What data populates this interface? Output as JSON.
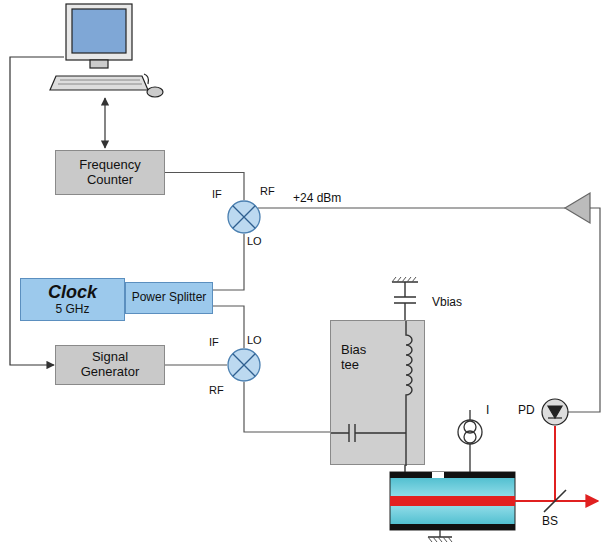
{
  "diagram": {
    "nodes": [
      {
        "text": [
          "Frequency Counter"
        ]
      },
      {
        "text": [
          "IF",
          "RF",
          "LO"
        ]
      },
      {
        "text": [
          "Clock",
          "5 GHz"
        ]
      },
      {
        "text": [
          "Power Splitter"
        ]
      },
      {
        "text": [
          "Signal Generator"
        ]
      },
      {
        "text": [
          "LO",
          "IF",
          "RF"
        ]
      },
      {
        "text": [
          "Bias tee"
        ]
      }
    ],
    "edges": [
      {
        "from": 1,
        "to": 0,
        "arrow": "none"
      },
      {
        "from": 3,
        "to": 1,
        "arrow": "none"
      },
      {
        "from": 3,
        "to": 5,
        "arrow": "none"
      },
      {
        "from": 4,
        "to": 5,
        "arrow": "none"
      },
      {
        "from": 5,
        "to": 6,
        "arrow": "none"
      }
    ],
    "labels": [
      "+24 dBm",
      "Vbias",
      "I",
      "PD",
      "BS"
    ]
  }
}
